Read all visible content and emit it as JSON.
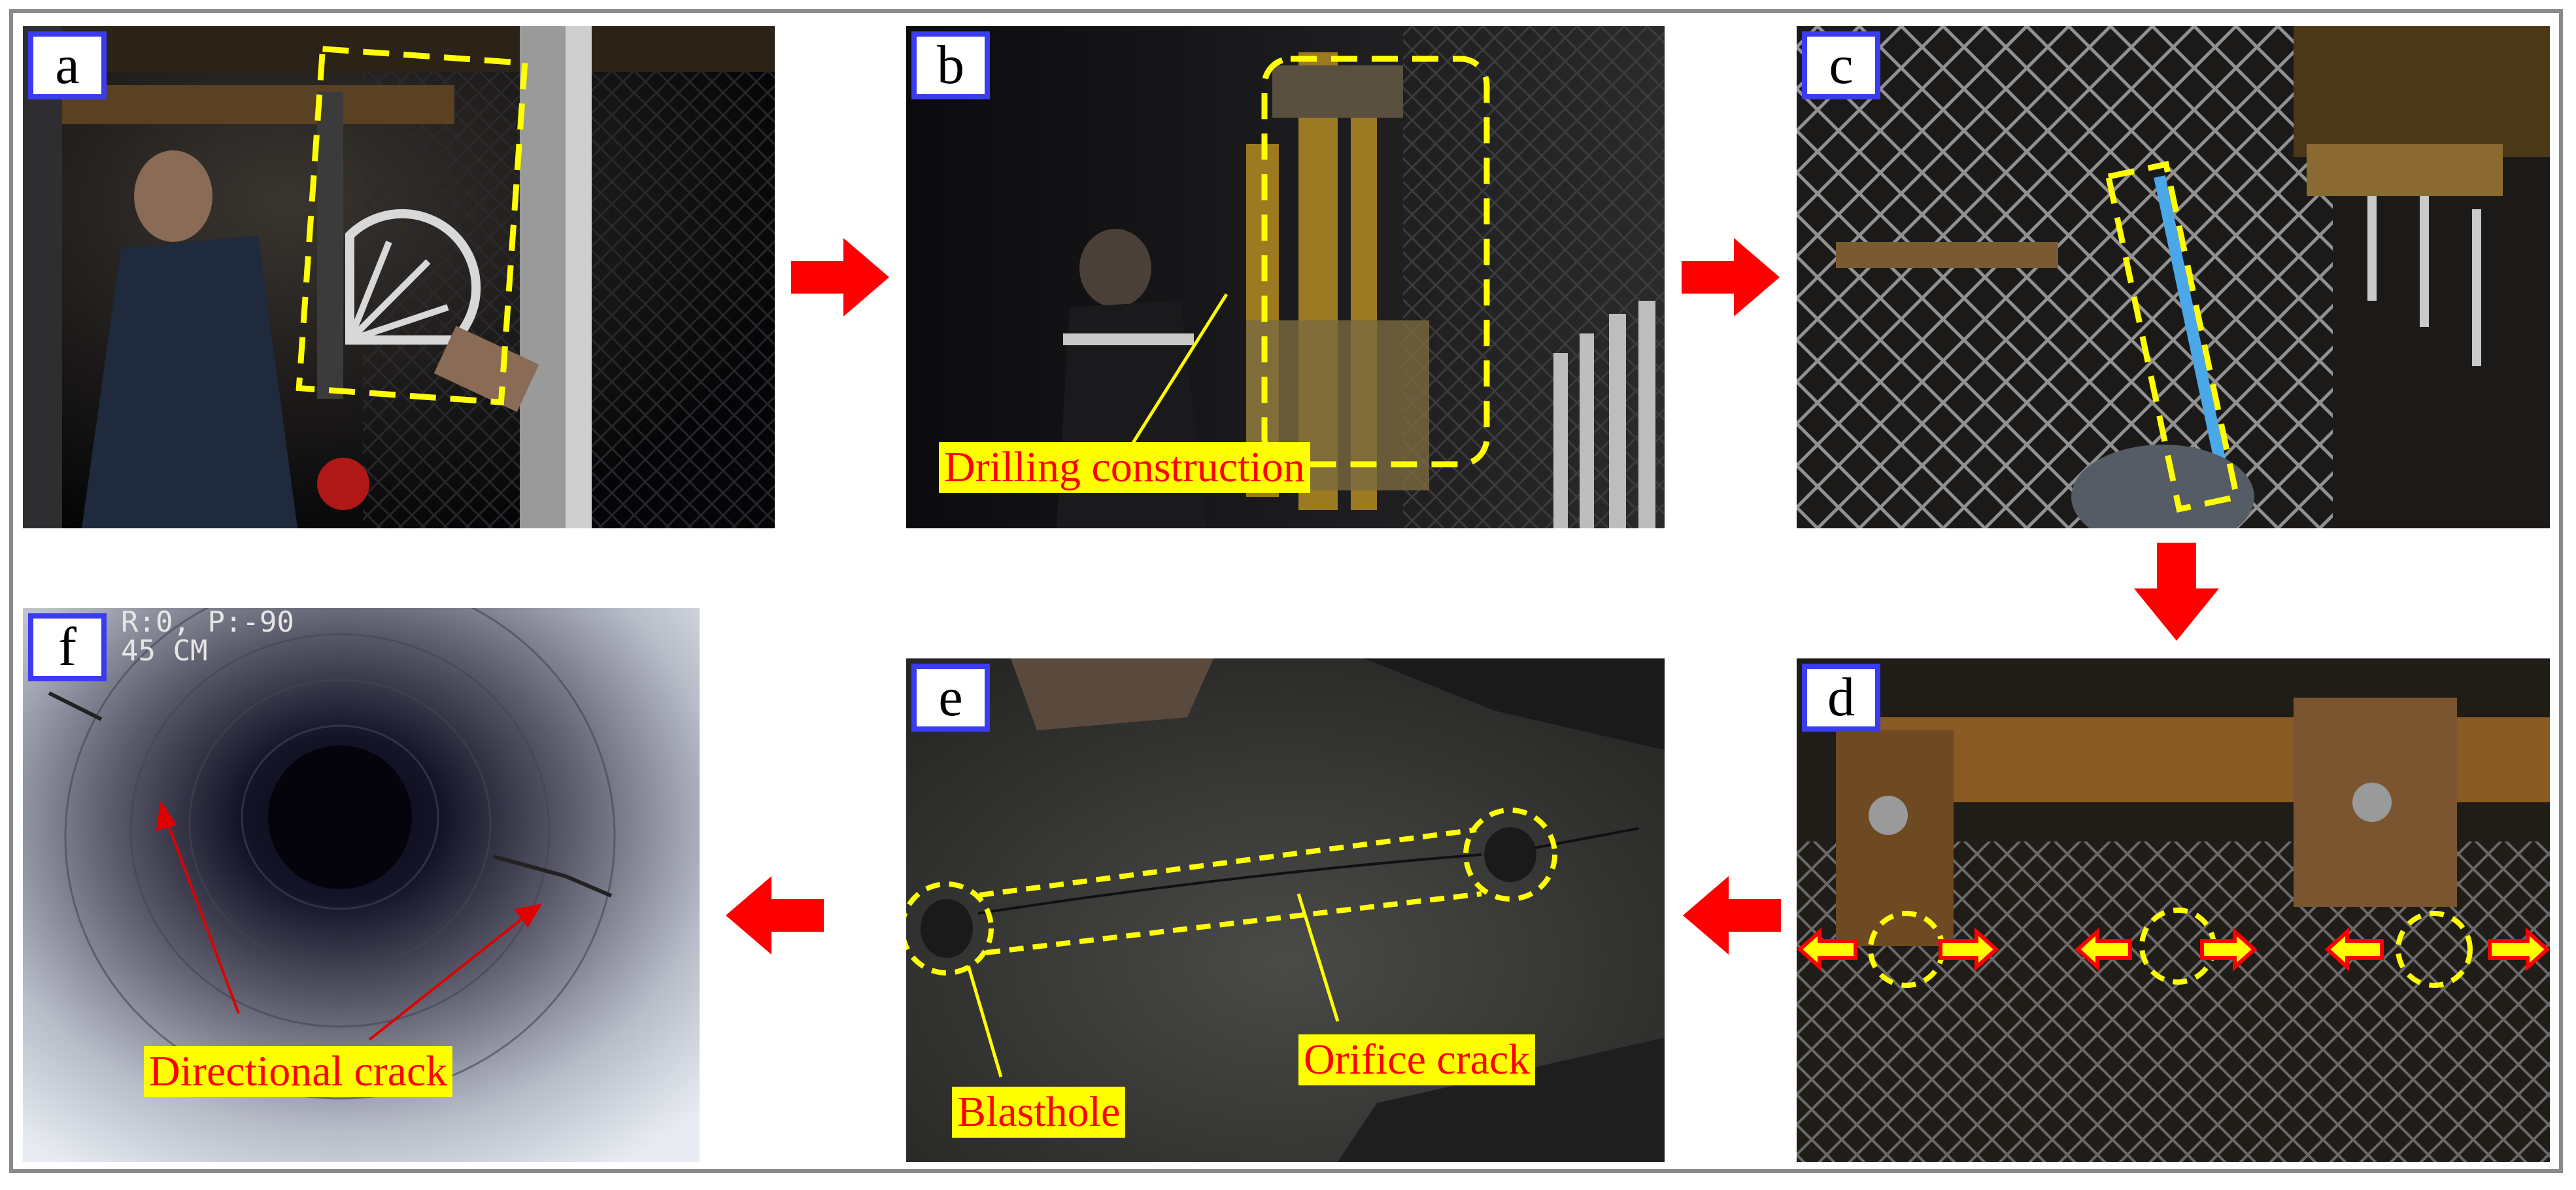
{
  "panels": {
    "a": {
      "label": "a"
    },
    "b": {
      "label": "b",
      "annotation": "Drilling construction"
    },
    "c": {
      "label": "c"
    },
    "d": {
      "label": "d"
    },
    "e": {
      "label": "e",
      "annotation_left": "Blasthole",
      "annotation_right": "Orifice crack"
    },
    "f": {
      "label": "f",
      "annotation": "Directional crack",
      "overlay_line1": "R:0, P:-90",
      "overlay_line2": "45 CM"
    }
  },
  "colors": {
    "highlight": "#ffff00",
    "arrow": "#ff0000",
    "label_border": "#3b3bf0",
    "annotation_text": "#ff0000"
  },
  "icons": [
    "right-arrow-icon",
    "down-arrow-icon",
    "left-arrow-icon",
    "double-arrow-icon"
  ]
}
